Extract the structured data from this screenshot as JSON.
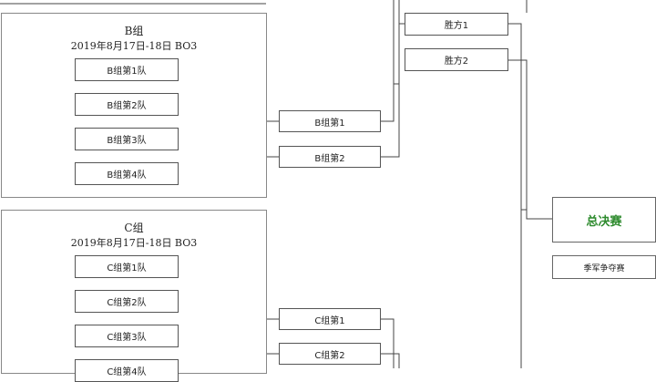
{
  "groups": {
    "b": {
      "title": "B组",
      "date": "2019年8月17日-18日  BO3",
      "teams": [
        "B组第1队",
        "B组第2队",
        "B组第3队",
        "B组第4队"
      ],
      "out": [
        "B组第1",
        "B组第2"
      ]
    },
    "c": {
      "title": "C组",
      "date": "2019年8月17日-18日  BO3",
      "teams": [
        "C组第1队",
        "C组第2队",
        "C组第3队",
        "C组第4队"
      ],
      "out": [
        "C组第1",
        "C组第2"
      ]
    }
  },
  "winners": [
    "胜方1",
    "胜方2"
  ],
  "final": "总决赛",
  "third_place": "季军争夺赛"
}
